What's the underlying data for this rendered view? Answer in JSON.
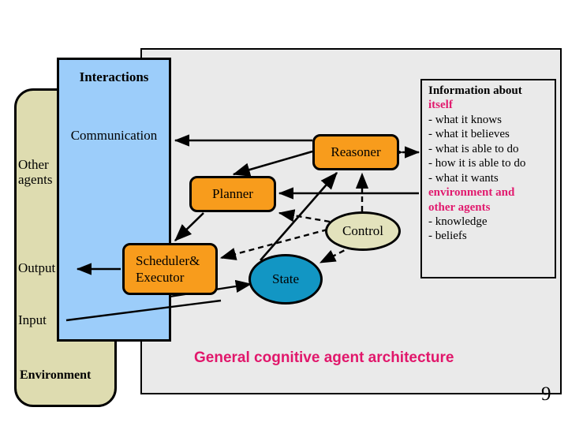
{
  "slide": {
    "caption": "General cognitive agent architecture",
    "page_number": "9",
    "accent_color": "#e1176b",
    "panel_color": "#eaeaea",
    "blue_panel_color": "#9ccdfa",
    "beige_color": "#dedcb0",
    "orange_color": "#f89c1c",
    "state_color": "#1296c4",
    "control_color": "#e3e2bc"
  },
  "environment": {
    "label": "Environment",
    "other_agents_label": "Other\nagents",
    "output_label": "Output",
    "input_label": "Input"
  },
  "interactions": {
    "title": "Interactions",
    "communication_label": "Communication"
  },
  "modules": {
    "reasoner": "Reasoner",
    "planner": "Planner",
    "scheduler": "Scheduler&\nExecutor",
    "control": "Control",
    "state": "State"
  },
  "info_box": {
    "heading_black": "Information about",
    "heading_pink": "itself",
    "self_items": [
      "- what it knows",
      "- what it believes",
      "- what is able to do",
      "- how it is able to do",
      "- what it wants"
    ],
    "section_pink": "environment and\nother agents",
    "other_items": [
      "- knowledge",
      "- beliefs"
    ]
  }
}
